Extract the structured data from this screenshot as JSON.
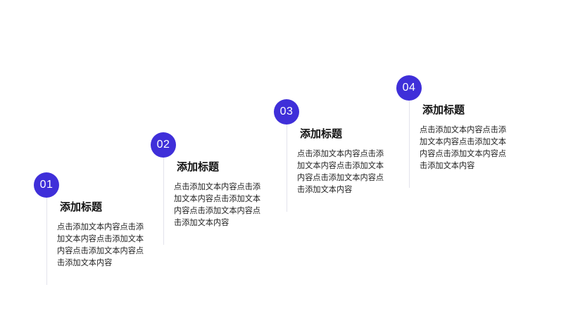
{
  "theme": {
    "accent": "#3f2fd9",
    "stem_color": "#e3e3ec"
  },
  "steps": [
    {
      "number": "01",
      "title": "添加标题",
      "body": "点击添加文本内容点击添加文本内容点击添加文本内容点击添加文本内容点击添加文本内容"
    },
    {
      "number": "02",
      "title": "添加标题",
      "body": "点击添加文本内容点击添加文本内容点击添加文本内容点击添加文本内容点击添加文本内容"
    },
    {
      "number": "03",
      "title": "添加标题",
      "body": "点击添加文本内容点击添加文本内容点击添加文本内容点击添加文本内容点击添加文本内容"
    },
    {
      "number": "04",
      "title": "添加标题",
      "body": "点击添加文本内容点击添加文本内容点击添加文本内容点击添加文本内容点击添加文本内容"
    }
  ]
}
